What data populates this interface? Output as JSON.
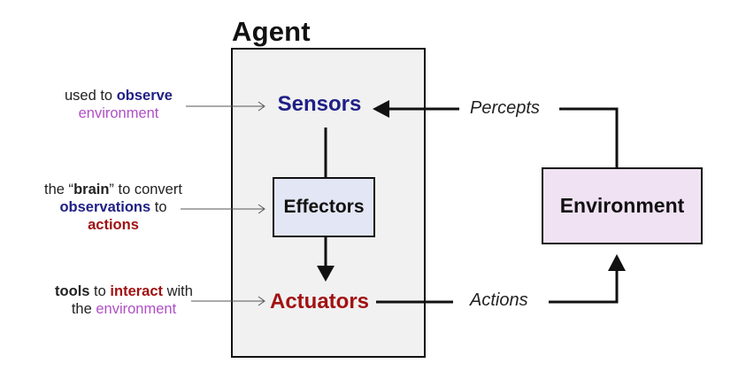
{
  "colors": {
    "sensors": "#1f1f86",
    "actuators": "#a11212",
    "effectors_fill": "#e3e6f4",
    "environment_fill": "#f0e2f3",
    "environment_word": "#b04fc7",
    "agent_fill": "#f1f1f1"
  },
  "agent": {
    "title": "Agent",
    "sensors": "Sensors",
    "effectors": "Effectors",
    "actuators": "Actuators"
  },
  "environment": {
    "label": "Environment"
  },
  "flows": {
    "percepts": "Percepts",
    "actions": "Actions"
  },
  "annotations": {
    "observe": {
      "pre": "used to ",
      "bold": "observe",
      "post": "environment"
    },
    "brain": {
      "pre": "the “",
      "bold": "brain",
      "mid": "” to convert",
      "obs": "observations",
      "to": " to",
      "act": "actions"
    },
    "tools": {
      "tools": "tools",
      "to": " to ",
      "interact": "interact",
      "with": " with",
      "the": "the ",
      "env": "environment"
    }
  }
}
